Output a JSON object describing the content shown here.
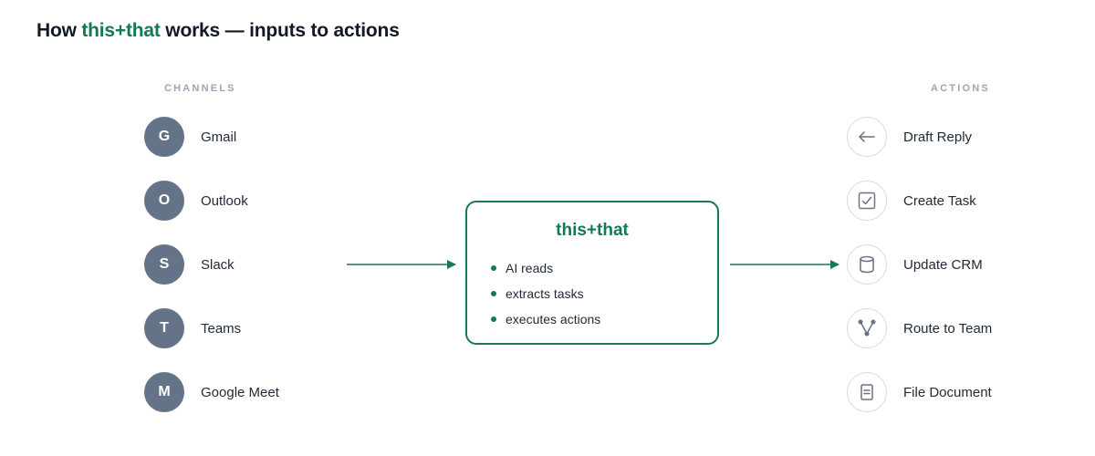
{
  "title": {
    "prefix": "How ",
    "brand": "this+that",
    "suffix": " works — inputs to actions"
  },
  "channels": {
    "label": "CHANNELS",
    "items": [
      {
        "initial": "G",
        "name": "Gmail"
      },
      {
        "initial": "O",
        "name": "Outlook"
      },
      {
        "initial": "S",
        "name": "Slack"
      },
      {
        "initial": "T",
        "name": "Teams"
      },
      {
        "initial": "M",
        "name": "Google Meet"
      }
    ]
  },
  "hub": {
    "title": "this+that",
    "steps": [
      "AI reads",
      "extracts tasks",
      "executes actions"
    ]
  },
  "actions": {
    "label": "ACTIONS",
    "items": [
      {
        "icon": "arrow-left-icon",
        "name": "Draft Reply"
      },
      {
        "icon": "checkbox-icon",
        "name": "Create Task"
      },
      {
        "icon": "database-icon",
        "name": "Update CRM"
      },
      {
        "icon": "route-icon",
        "name": "Route to Team"
      },
      {
        "icon": "document-icon",
        "name": "File Document"
      }
    ]
  },
  "colors": {
    "brand": "#137a4f",
    "avatar": "#657389",
    "label": "#9aa6b8",
    "icon_stroke": "#6b7280"
  }
}
